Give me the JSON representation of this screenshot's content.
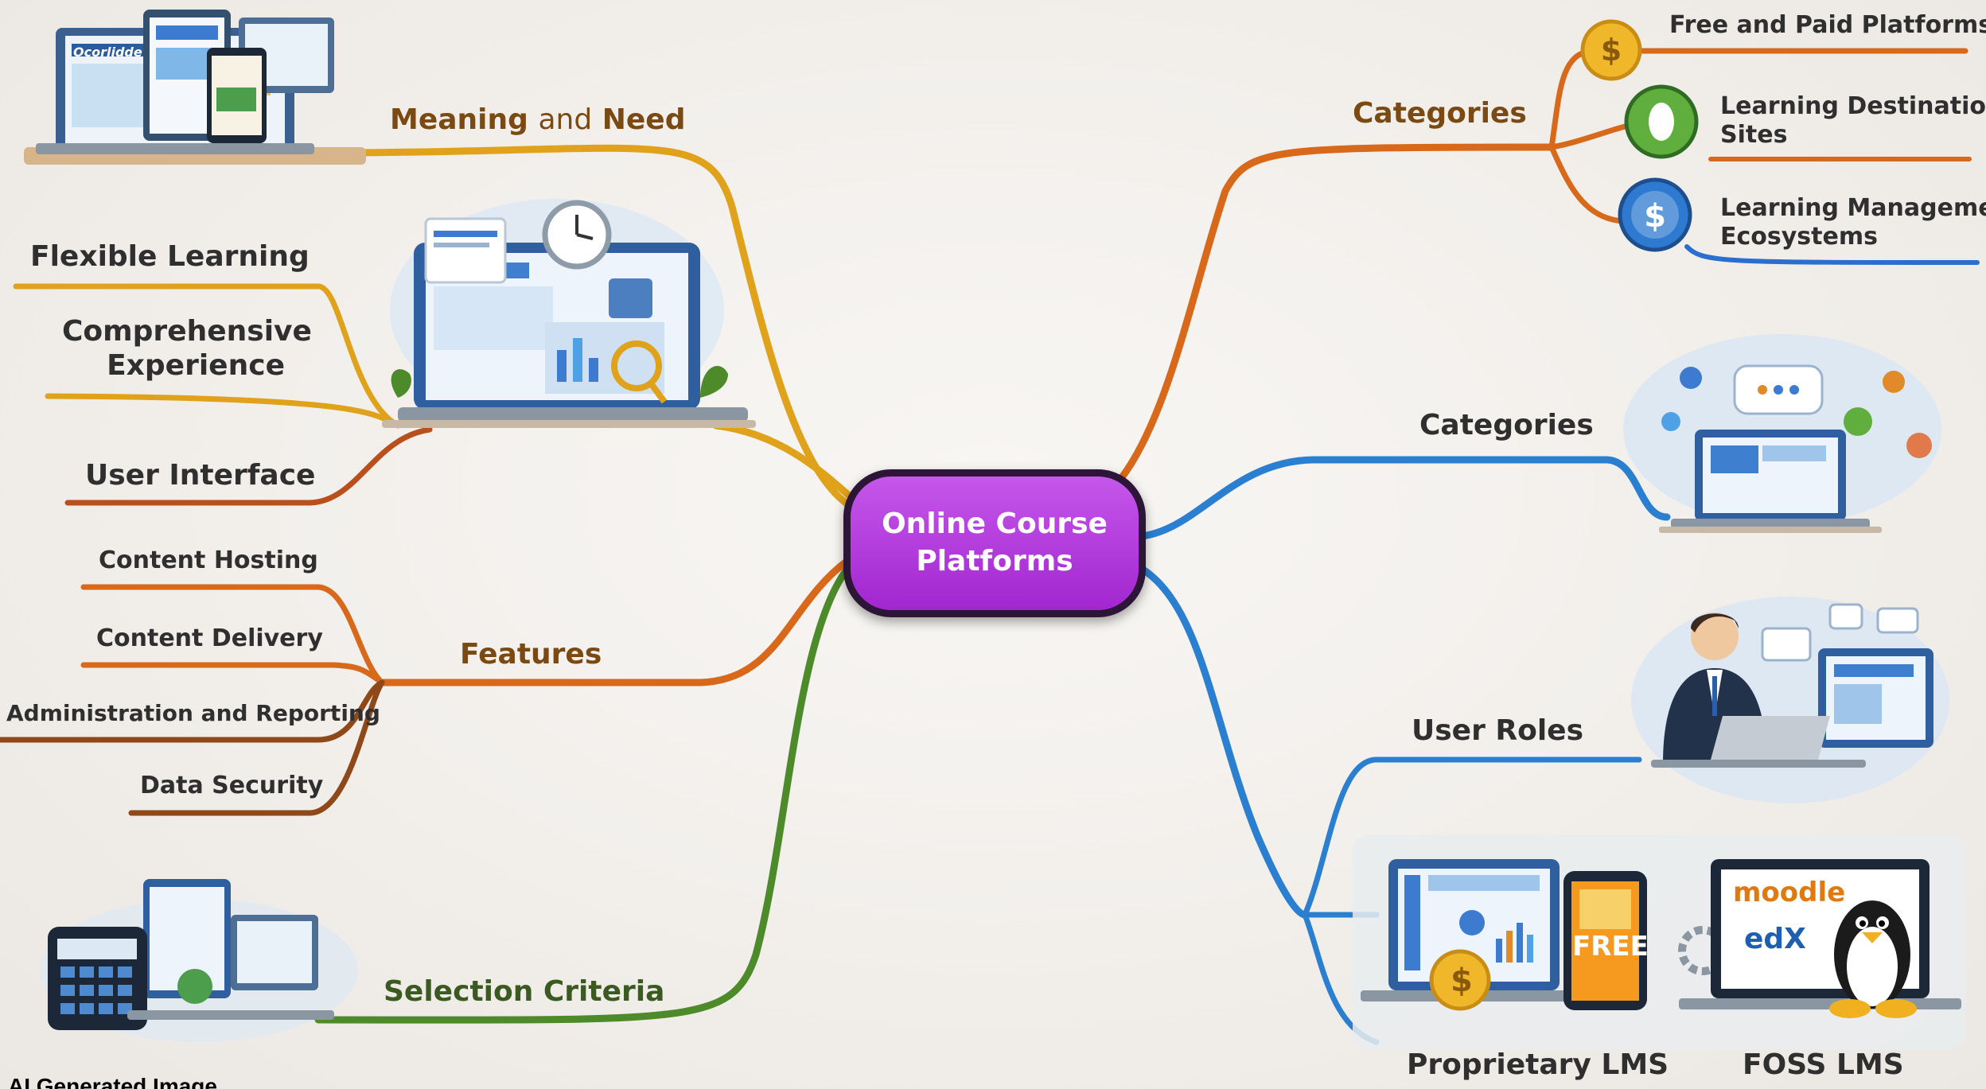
{
  "center": {
    "line1": "Online Course",
    "line2": "Platforms"
  },
  "branches": {
    "meaning": {
      "word1": "Meaning",
      "word2": "and",
      "word3": "Need"
    },
    "flexible": "Flexible Learning",
    "comprehensive": {
      "line1": "Comprehensive",
      "line2": "Experience"
    },
    "user_interface": "User Interface",
    "content_hosting": "Content Hosting",
    "content_delivery": "Content Delivery",
    "admin_reporting": "Administration and Reporting",
    "data_security": "Data Security",
    "features": "Features",
    "selection": "Selection Criteria",
    "categories_top": "Categories",
    "free_paid": "Free and Paid Platforms",
    "learning_dest": {
      "line1": "Learning Destination",
      "line2": "Sites"
    },
    "learning_mgmt": {
      "line1": "Learning Management",
      "line2": "Ecosystems"
    },
    "categories_mid": "Categories",
    "user_roles": "User Roles",
    "proprietary": "Proprietary LMS",
    "foss": "FOSS LMS"
  },
  "illustration_text": {
    "laptop_brand": "Ocorlidde",
    "free_badge": "FREE",
    "moodle": "moodle",
    "edx": "edX",
    "dollar": "$"
  },
  "caption": "AI Generated Image",
  "colors": {
    "orange": "#d9691a",
    "yellow": "#e3a81c",
    "brown": "#8f4818",
    "blue": "#2a7fd0",
    "green": "#4c8a2a",
    "center": "#b43ddc"
  }
}
